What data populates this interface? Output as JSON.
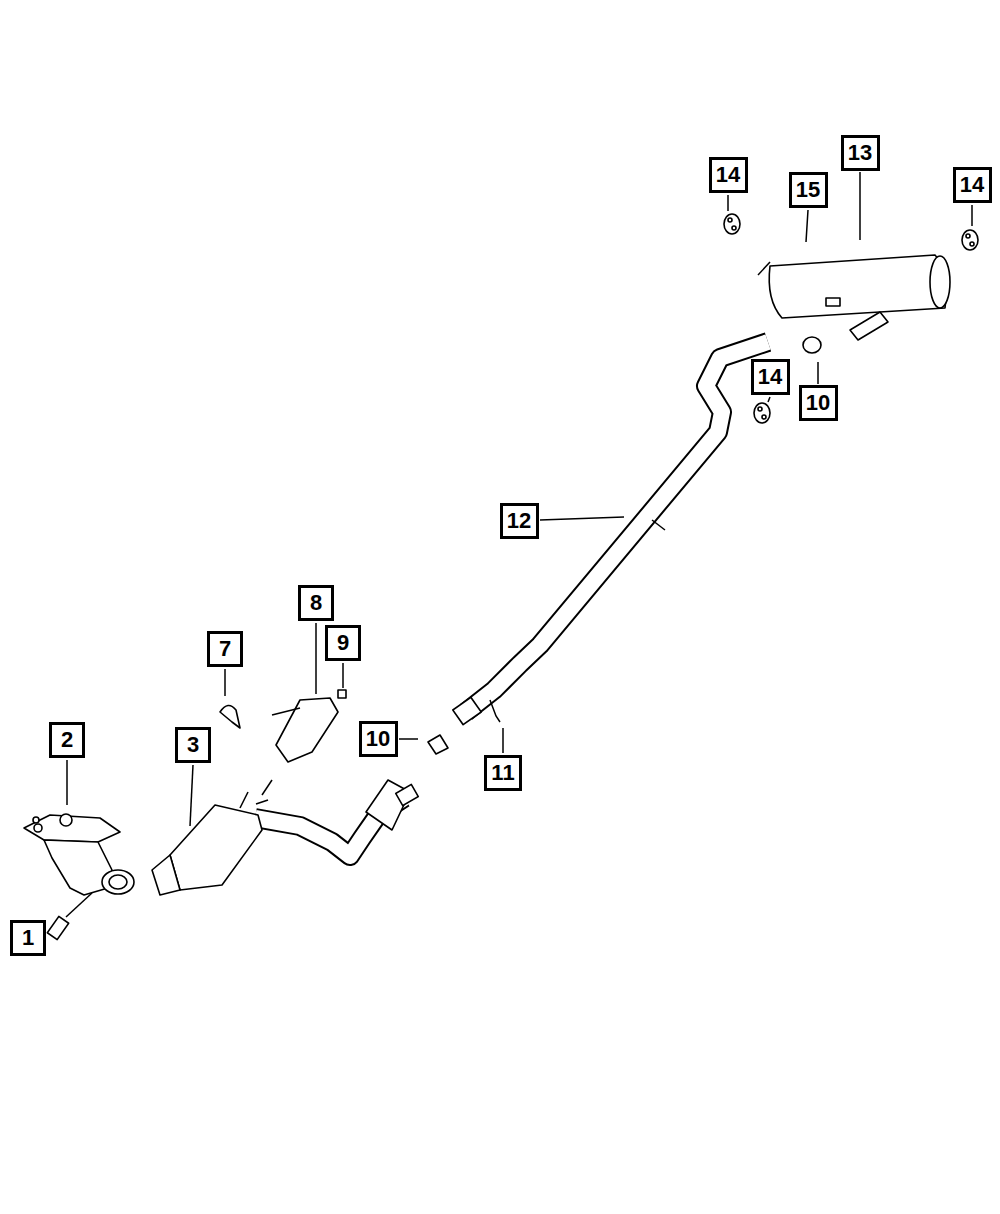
{
  "diagram": {
    "nodes": [
      {
        "text": [
          "13"
        ]
      },
      {
        "text": [
          "14"
        ]
      },
      {
        "text": [
          "14"
        ]
      },
      {
        "text": [
          "15"
        ]
      },
      {
        "text": [
          "14"
        ]
      },
      {
        "text": [
          "10"
        ]
      },
      {
        "text": [
          "12"
        ]
      },
      {
        "text": [
          "8"
        ]
      },
      {
        "text": [
          "9"
        ]
      },
      {
        "text": [
          "7"
        ]
      },
      {
        "text": [
          "10"
        ]
      },
      {
        "text": [
          "2"
        ]
      },
      {
        "text": [
          "3"
        ]
      },
      {
        "text": [
          "11"
        ]
      },
      {
        "text": [
          "1"
        ]
      }
    ]
  }
}
